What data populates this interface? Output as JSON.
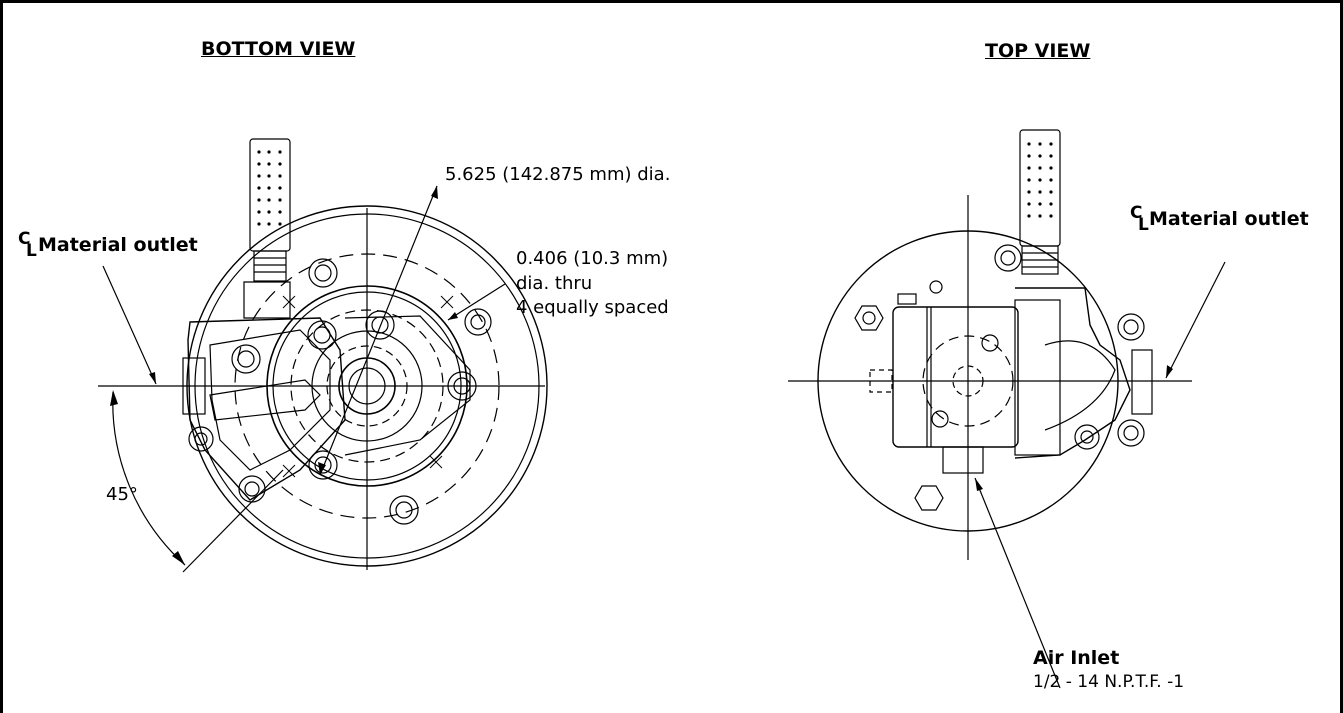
{
  "bottom_view": {
    "title": "BOTTOM VIEW",
    "centerline_c": "C",
    "centerline_l": "L",
    "material_outlet": "Material outlet",
    "diameter_callout": "5.625 (142.875 mm) dia.",
    "hole_callout_1": "0.406 (10.3 mm)",
    "hole_callout_2": "dia. thru",
    "hole_callout_3": "4 equally spaced",
    "angle": "45°"
  },
  "top_view": {
    "title": "TOP VIEW",
    "centerline_c": "C",
    "centerline_l": "L",
    "material_outlet": "Material outlet",
    "air_inlet_title": "Air Inlet",
    "air_inlet_spec": "1/2 - 14 N.P.T.F. -1"
  },
  "colors": {
    "line": "#000000",
    "background": "#ffffff"
  }
}
